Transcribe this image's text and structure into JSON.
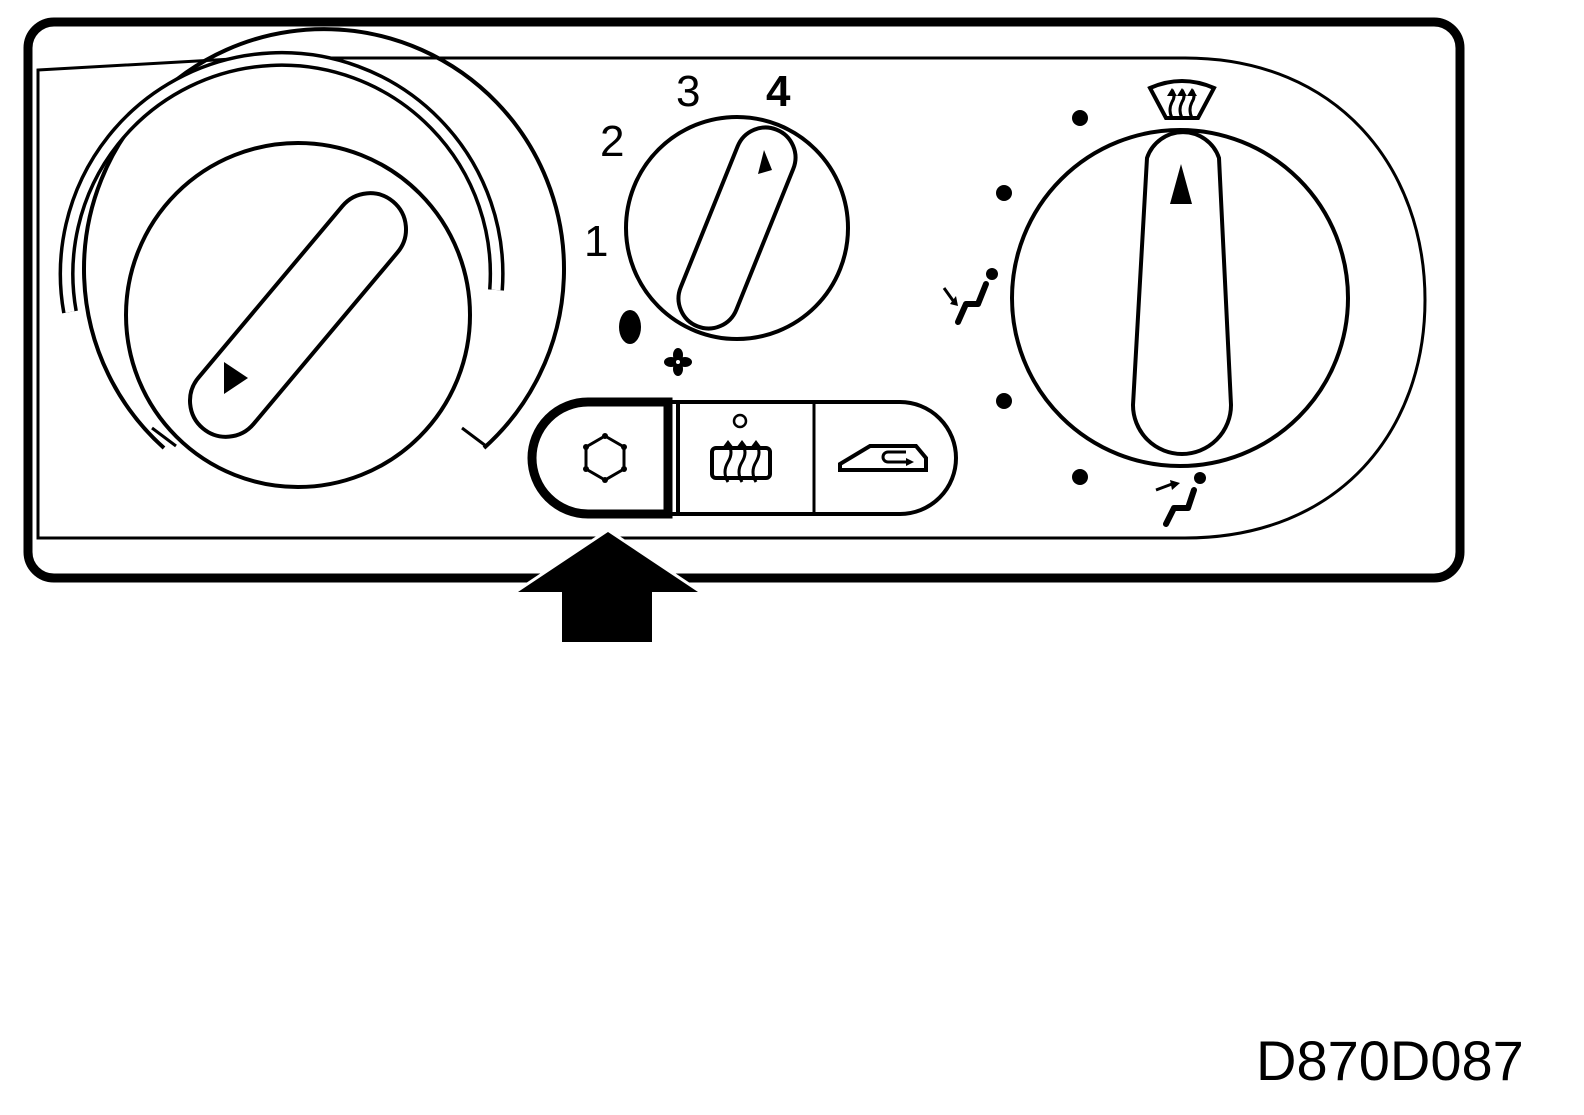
{
  "panel": {
    "fan_speed_labels": [
      "0",
      "1",
      "2",
      "3",
      "4"
    ],
    "fan_icon": "fan-icon",
    "buttons": [
      {
        "id": "ac",
        "icon": "ac-snowflake-icon"
      },
      {
        "id": "rear-defrost",
        "icon": "rear-defrost-icon"
      },
      {
        "id": "recirculation",
        "icon": "recirculation-icon"
      }
    ],
    "mode_icons": [
      "windshield-defrost-icon",
      "face-vent-icon",
      "foot-vent-icon"
    ]
  },
  "diagram_code": "D870D087",
  "colors": {
    "ink": "#000000",
    "paper": "#ffffff"
  }
}
